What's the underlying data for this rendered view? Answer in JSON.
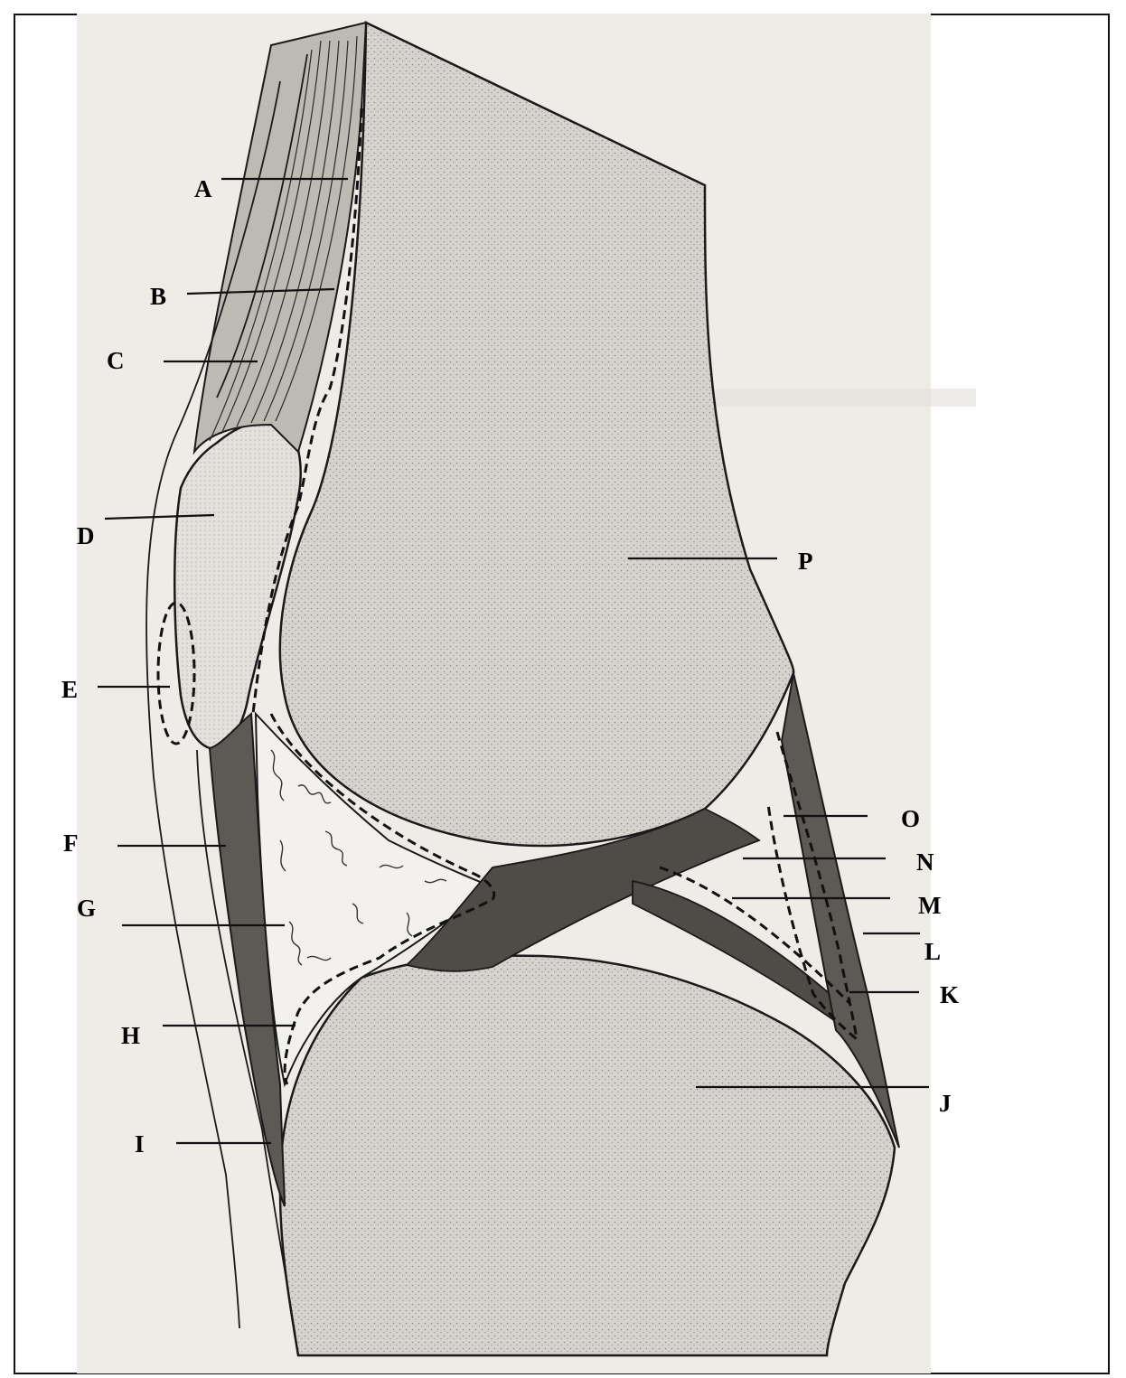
{
  "figure": {
    "background_color": "#ffffff",
    "paper_tone": "#eeebe6",
    "bone_fill": "#d3d0cb",
    "ink_color": "#1a1a1a"
  },
  "labels": {
    "A": "A",
    "B": "B",
    "C": "C",
    "D": "D",
    "E": "E",
    "F": "F",
    "G": "G",
    "H": "H",
    "I": "I",
    "J": "J",
    "K": "K",
    "L": "L",
    "M": "M",
    "N": "N",
    "O": "O",
    "P": "P"
  }
}
